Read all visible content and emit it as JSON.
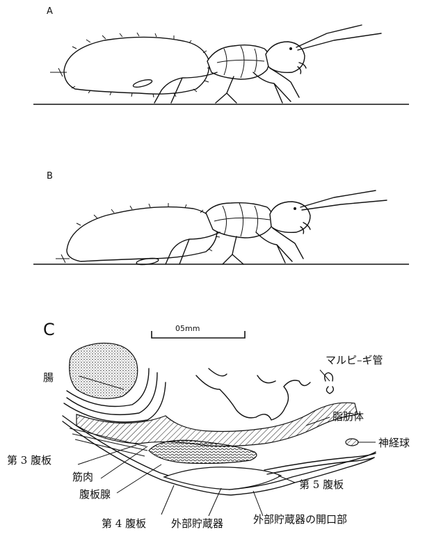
{
  "panels": {
    "a": {
      "letter": "A"
    },
    "b": {
      "letter": "B"
    },
    "c": {
      "letter": "C"
    }
  },
  "scale_bar": {
    "label": "05mm"
  },
  "labels": {
    "intestine": "腸",
    "malpighian_tubule": "マルピ–ギ管",
    "fat_body": "脂肪体",
    "ganglion": "神経球",
    "sternite_3": "第 3 腹板",
    "muscle": "筋肉",
    "sternal_gland": "腹板腺",
    "sternite_5": "第 5 腹板",
    "sternite_4": "第 4 腹板",
    "external_reservoir": "外部貯蔵器",
    "reservoir_opening": "外部貯蔵器の開口部"
  },
  "colors": {
    "ink": "#111111",
    "background": "#ffffff"
  }
}
